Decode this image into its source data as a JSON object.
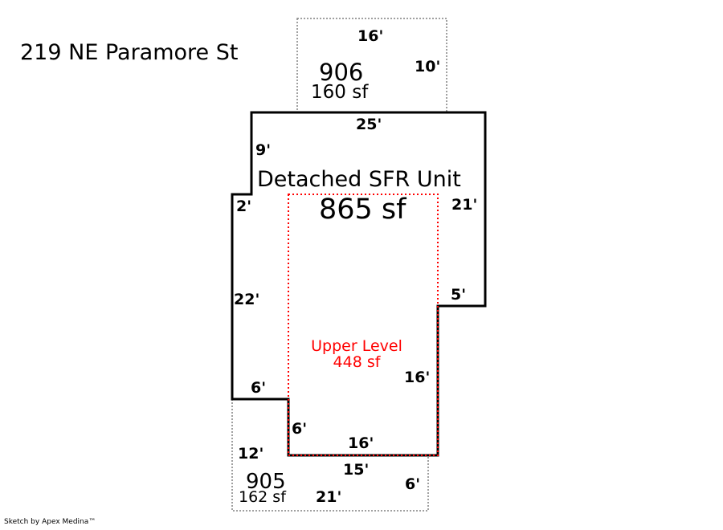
{
  "address": "219 NE Paramore St",
  "footer": "Sketch by Apex Medina™",
  "colors": {
    "outline": "#000000",
    "upper_level": "#ff0000",
    "attached_area": "#808080"
  },
  "areas": {
    "main": {
      "name": "Detached SFR Unit",
      "area": "865 sf"
    },
    "upper": {
      "name": "Upper Level",
      "area": "448 sf"
    },
    "top_area": {
      "code": "906",
      "area": "160 sf"
    },
    "bottom_area": {
      "code": "905",
      "area": "162 sf"
    }
  },
  "dimensions": {
    "top_16": "16'",
    "top_10": "10'",
    "main_25": "25'",
    "left_9": "9'",
    "left_2": "2'",
    "right_21": "21'",
    "left_22": "22'",
    "right_5": "5'",
    "inner_16": "16'",
    "left_6": "6'",
    "inner_6": "6'",
    "bottom_16": "16'",
    "bot_12": "12'",
    "bot_15": "15'",
    "bot_6": "6'",
    "bot_21": "21'"
  }
}
